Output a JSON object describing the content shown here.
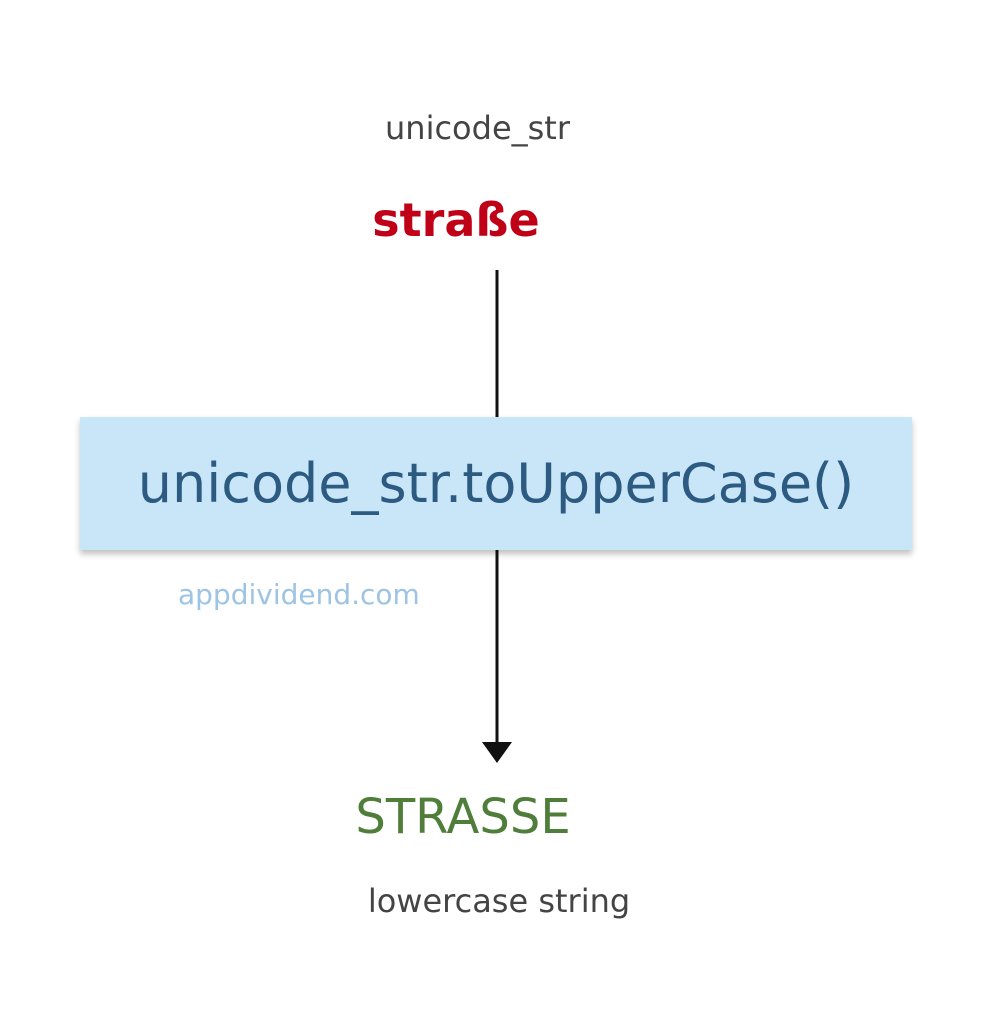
{
  "input": {
    "label": "unicode_str",
    "value": "straße",
    "value_color": "#c00016"
  },
  "method": {
    "text": "unicode_str.toUpperCase()",
    "box_color": "#c8e6f8",
    "text_color": "#2c5a80"
  },
  "watermark": {
    "text": "appdividend.com"
  },
  "output": {
    "value": "STRASSE",
    "label": "lowercase string",
    "value_color": "#4f7e3a"
  },
  "arrow": {
    "icon": "arrow-down-icon",
    "color": "#111111"
  }
}
